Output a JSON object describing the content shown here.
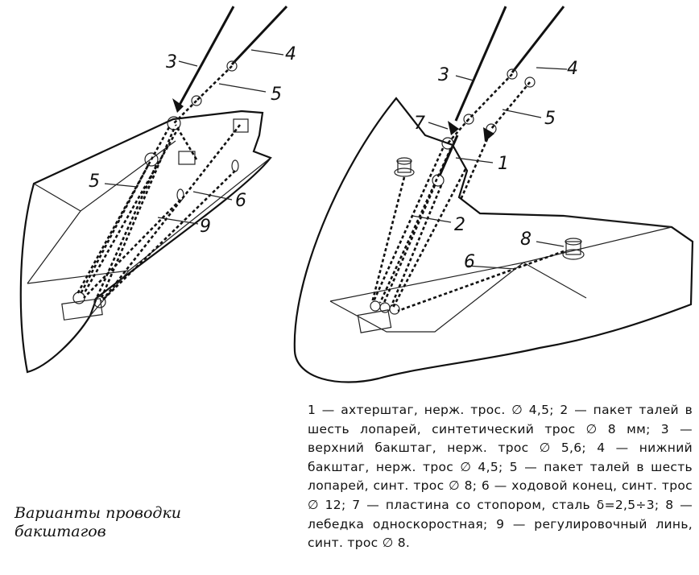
{
  "caption": "Варианты проводки бакштагов",
  "legend": "1 — ахтерштаг, нерж. трос. ∅ 4,5; 2 — пакет талей в шесть лопарей, синтетический трос ∅ 8 мм; 3 — верхний бакштаг, нерж. трос ∅ 5,6; 4 — нижний бакштаг, нерж. трос ∅ 4,5; 5 — пакет талей в шесть лопарей, синт. трос ∅ 8; 6 — ходовой конец, синт. трос ∅ 12; 7 — пластина со стопором, сталь δ=2,5÷3; 8 — лебедка односкоростная; 9 — регулировочный линь, синт. трос ∅ 8.",
  "left_figure": {
    "labels": [
      "3",
      "4",
      "5",
      "5",
      "6",
      "9"
    ]
  },
  "right_figure": {
    "labels": [
      "3",
      "4",
      "7",
      "5",
      "1",
      "2",
      "8",
      "6"
    ]
  }
}
